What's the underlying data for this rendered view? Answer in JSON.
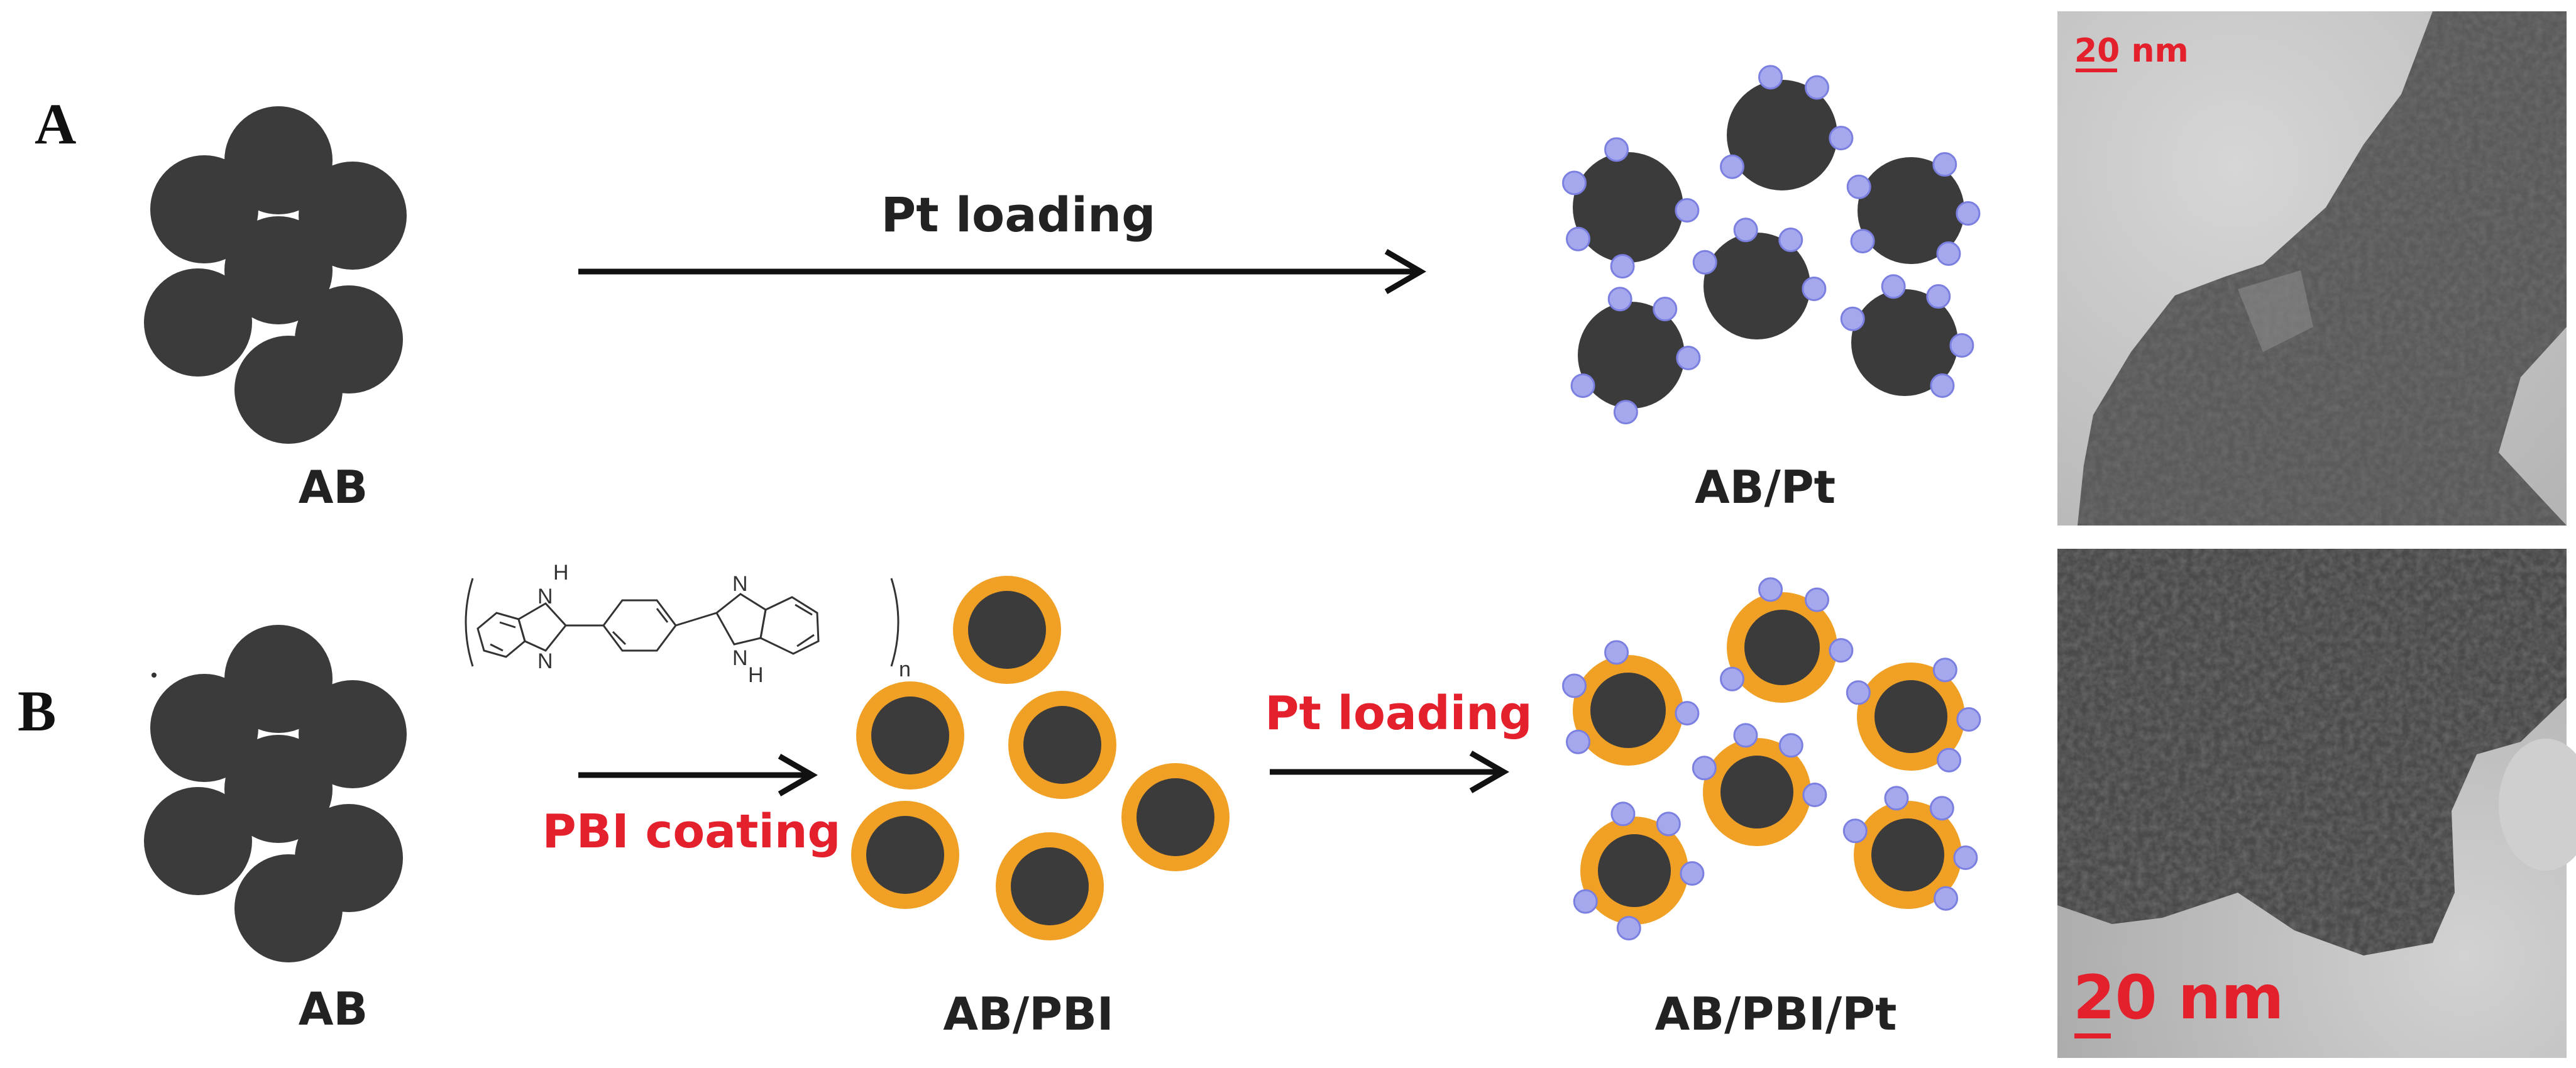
{
  "panels": {
    "a": {
      "letter": "A",
      "start_label": "AB",
      "arrow_label": "Pt loading",
      "end_label": "AB/Pt",
      "tem_scale": "20 nm"
    },
    "b": {
      "letter": "B",
      "start_label": "AB",
      "arrow1_label": "PBI coating",
      "middle_label": "AB/PBI",
      "arrow2_label": "Pt loading",
      "end_label": "AB/PBI/Pt",
      "tem_scale": "20 nm",
      "monomer_atoms": {
        "nh_top": "H",
        "n_left": "N",
        "n_right_top": "N",
        "nh_bottom": "H",
        "n_bottom_left": "N",
        "n_bottom_right": "N",
        "repeat": "n"
      }
    }
  },
  "colors": {
    "carbon": "#3b3b3b",
    "pt": "#a6a8ee",
    "pt_edge": "#7b7fe0",
    "pbi_shell": "#f0a024",
    "red_text": "#e3202c",
    "tem_light": "#c8c8c8",
    "tem_dark": "#2a2a2a"
  }
}
